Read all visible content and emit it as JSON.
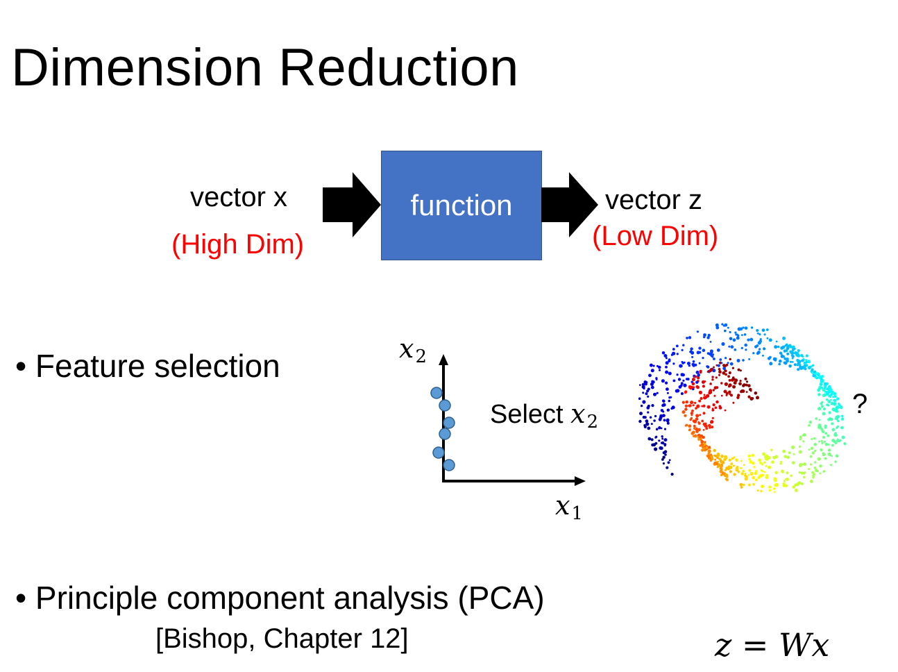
{
  "title": "Dimension Reduction",
  "diagram": {
    "input": "vector x",
    "input_note": "(High Dim)",
    "function": "function",
    "output": "vector z",
    "output_note": "(Low Dim)"
  },
  "bullets": [
    {
      "text": "• Feature selection"
    },
    {
      "text": "• Principle component analysis (PCA)",
      "reference": "[Bishop, Chapter 12]"
    }
  ],
  "feature_plot": {
    "x_axis": "x",
    "x_sub": "1",
    "y_axis": "x",
    "y_sub": "2",
    "select_label": "Select ",
    "select_var": "x",
    "select_sub": "2",
    "point_color": "#5b9bd5"
  },
  "swiss_roll": {
    "question": "?"
  },
  "formula": {
    "lhs": "z",
    "eq": " = ",
    "rhs": "Wx"
  },
  "colors": {
    "box": "#4472c4",
    "note": "#ff0000"
  }
}
